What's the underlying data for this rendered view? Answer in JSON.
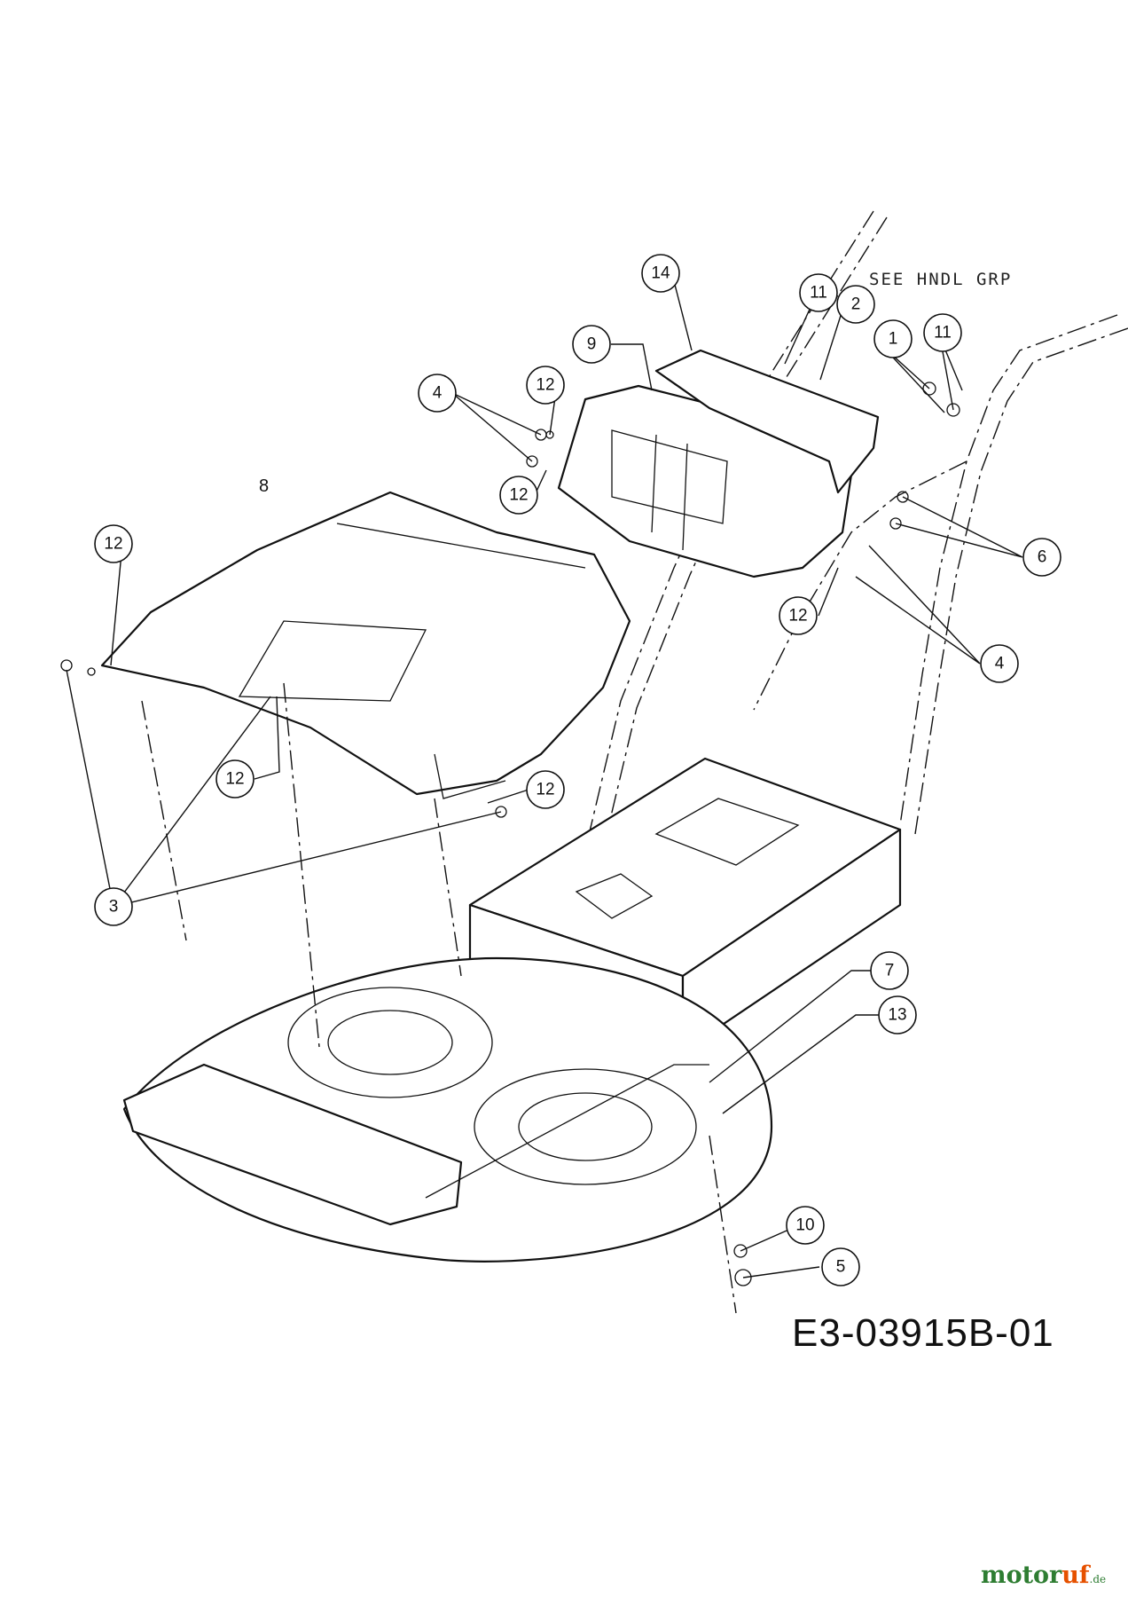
{
  "note": "SEE HNDL GRP",
  "drawing_code": "E3-03915B-01",
  "watermark": {
    "part1": "motor",
    "part2": "uf",
    "suffix": ".de"
  },
  "callouts": [
    {
      "label": "14"
    },
    {
      "label": "11"
    },
    {
      "label": "2"
    },
    {
      "label": "1"
    },
    {
      "label": "11"
    },
    {
      "label": "9"
    },
    {
      "label": "4"
    },
    {
      "label": "12"
    },
    {
      "label": "12"
    },
    {
      "label": "8"
    },
    {
      "label": "12"
    },
    {
      "label": "6"
    },
    {
      "label": "12"
    },
    {
      "label": "4"
    },
    {
      "label": "12"
    },
    {
      "label": "12"
    },
    {
      "label": "3"
    },
    {
      "label": "7"
    },
    {
      "label": "13"
    },
    {
      "label": "10"
    },
    {
      "label": "5"
    }
  ]
}
